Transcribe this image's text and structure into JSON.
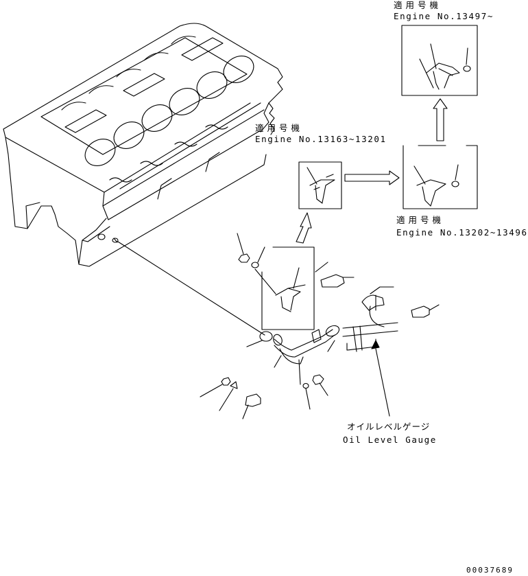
{
  "applicability": [
    {
      "jp": "適用号機",
      "en": "Engine No.13163~13201"
    },
    {
      "jp": "適用号機",
      "en": "Engine No.13202~13496"
    },
    {
      "jp": "適用号機",
      "en": "Engine No.13497~"
    }
  ],
  "callout": {
    "jp": "オイルレベルゲージ",
    "en": "Oil Level Gauge"
  },
  "drawing_number": "00037689"
}
